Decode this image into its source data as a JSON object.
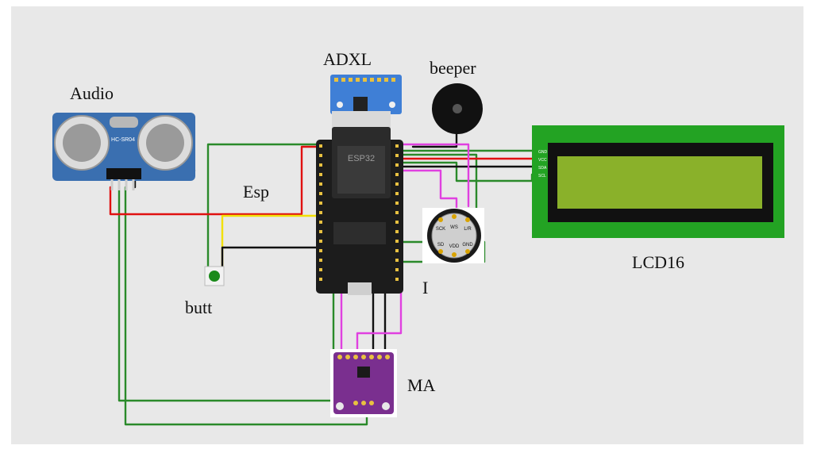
{
  "labels": {
    "audio": "Audio",
    "adxl": "ADXL",
    "beeper": "beeper",
    "esp": "Esp",
    "lcd": "LCD16",
    "butt": "butt",
    "i": "I",
    "ma": "MA"
  },
  "chip_text": {
    "sensor_model": "HC-SR04",
    "esp_model": "ESP32",
    "lcd_pins": [
      "GND",
      "VCC",
      "SDA",
      "SCL"
    ],
    "mic_pins": [
      "SCK",
      "WS",
      "L/R",
      "SD",
      "VDD",
      "GND"
    ]
  },
  "colors": {
    "background": "#e8e8e8",
    "wire_green": "#2a8a2a",
    "wire_red": "#e01010",
    "wire_magenta": "#e040e0",
    "wire_black": "#111111",
    "wire_yellow": "#f2e000",
    "wire_cyan": "#30c8e8",
    "wire_blue": "#3050d0",
    "lcd_frame": "#23a323",
    "lcd_screen": "#8ab12a",
    "sensor_blue": "#3a6fb0",
    "mic_board": "#7a2f8f"
  }
}
